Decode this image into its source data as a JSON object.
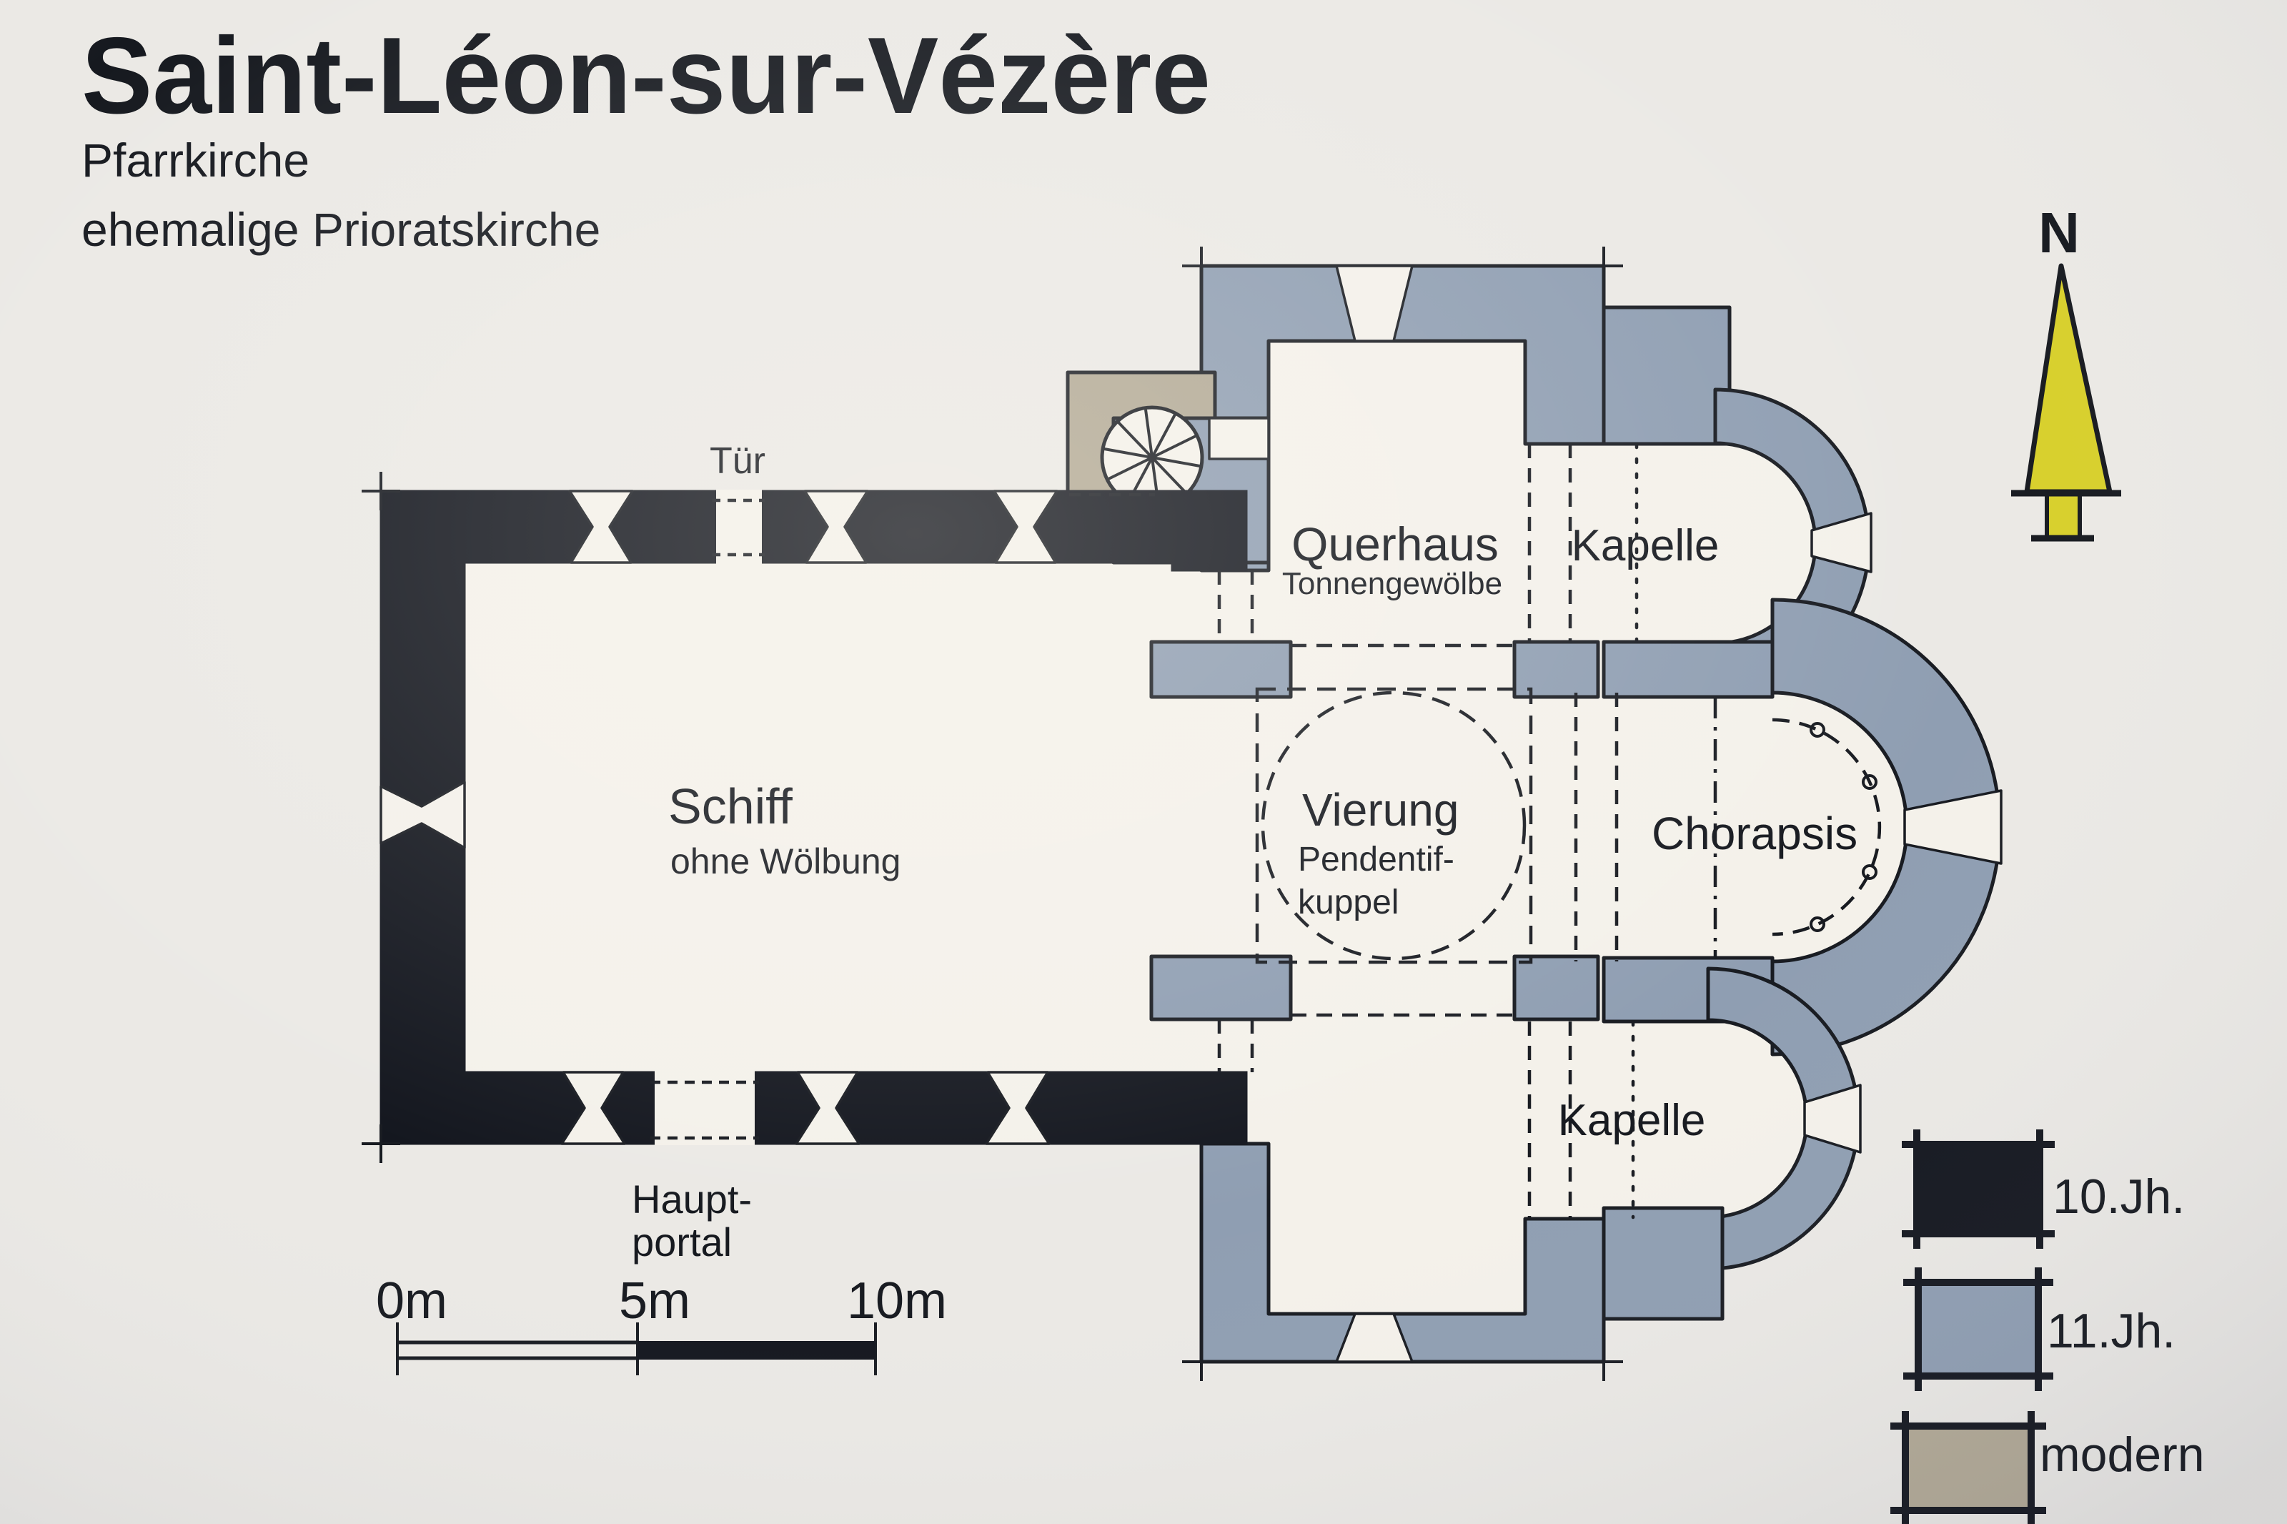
{
  "header": {
    "title": "Saint-Léon-sur-Vézère",
    "subtitle1": "Pfarrkirche",
    "subtitle2": "ehemalige Prioratskirche"
  },
  "plan": {
    "labels": {
      "tuer": "Tür",
      "schiff": "Schiff",
      "schiff_sub": "ohne Wölbung",
      "querhaus": "Querhaus",
      "querhaus_sub": "Tonnengewölbe",
      "kapelle_nord": "Kapelle",
      "vierung": "Vierung",
      "vierung_sub1": "Pendentif-",
      "vierung_sub2": "kuppel",
      "chorapsis": "Chorapsis",
      "kapelle_sued": "Kapelle",
      "hauptportal1": "Haupt-",
      "hauptportal2": "portal"
    }
  },
  "compass": {
    "north_label": "N",
    "arrow_color": "#d8d02c"
  },
  "scale_bar": {
    "t0": "0m",
    "t5": "5m",
    "t10": "10m"
  },
  "legend": {
    "items": [
      {
        "label": "10.Jh.",
        "color": "#13161e"
      },
      {
        "label": "11.Jh.",
        "color": "#8f9eb2"
      },
      {
        "label": "modern",
        "color": "#b2a995"
      }
    ]
  },
  "colors": {
    "background": "#ebe9e5",
    "paper": "#f4f1ea",
    "ink": "#16191f",
    "wall_10jh": "#13161e",
    "wall_11jh": "#8f9eb2",
    "wall_modern": "#b2a995",
    "north_arrow": "#d8d02c"
  }
}
